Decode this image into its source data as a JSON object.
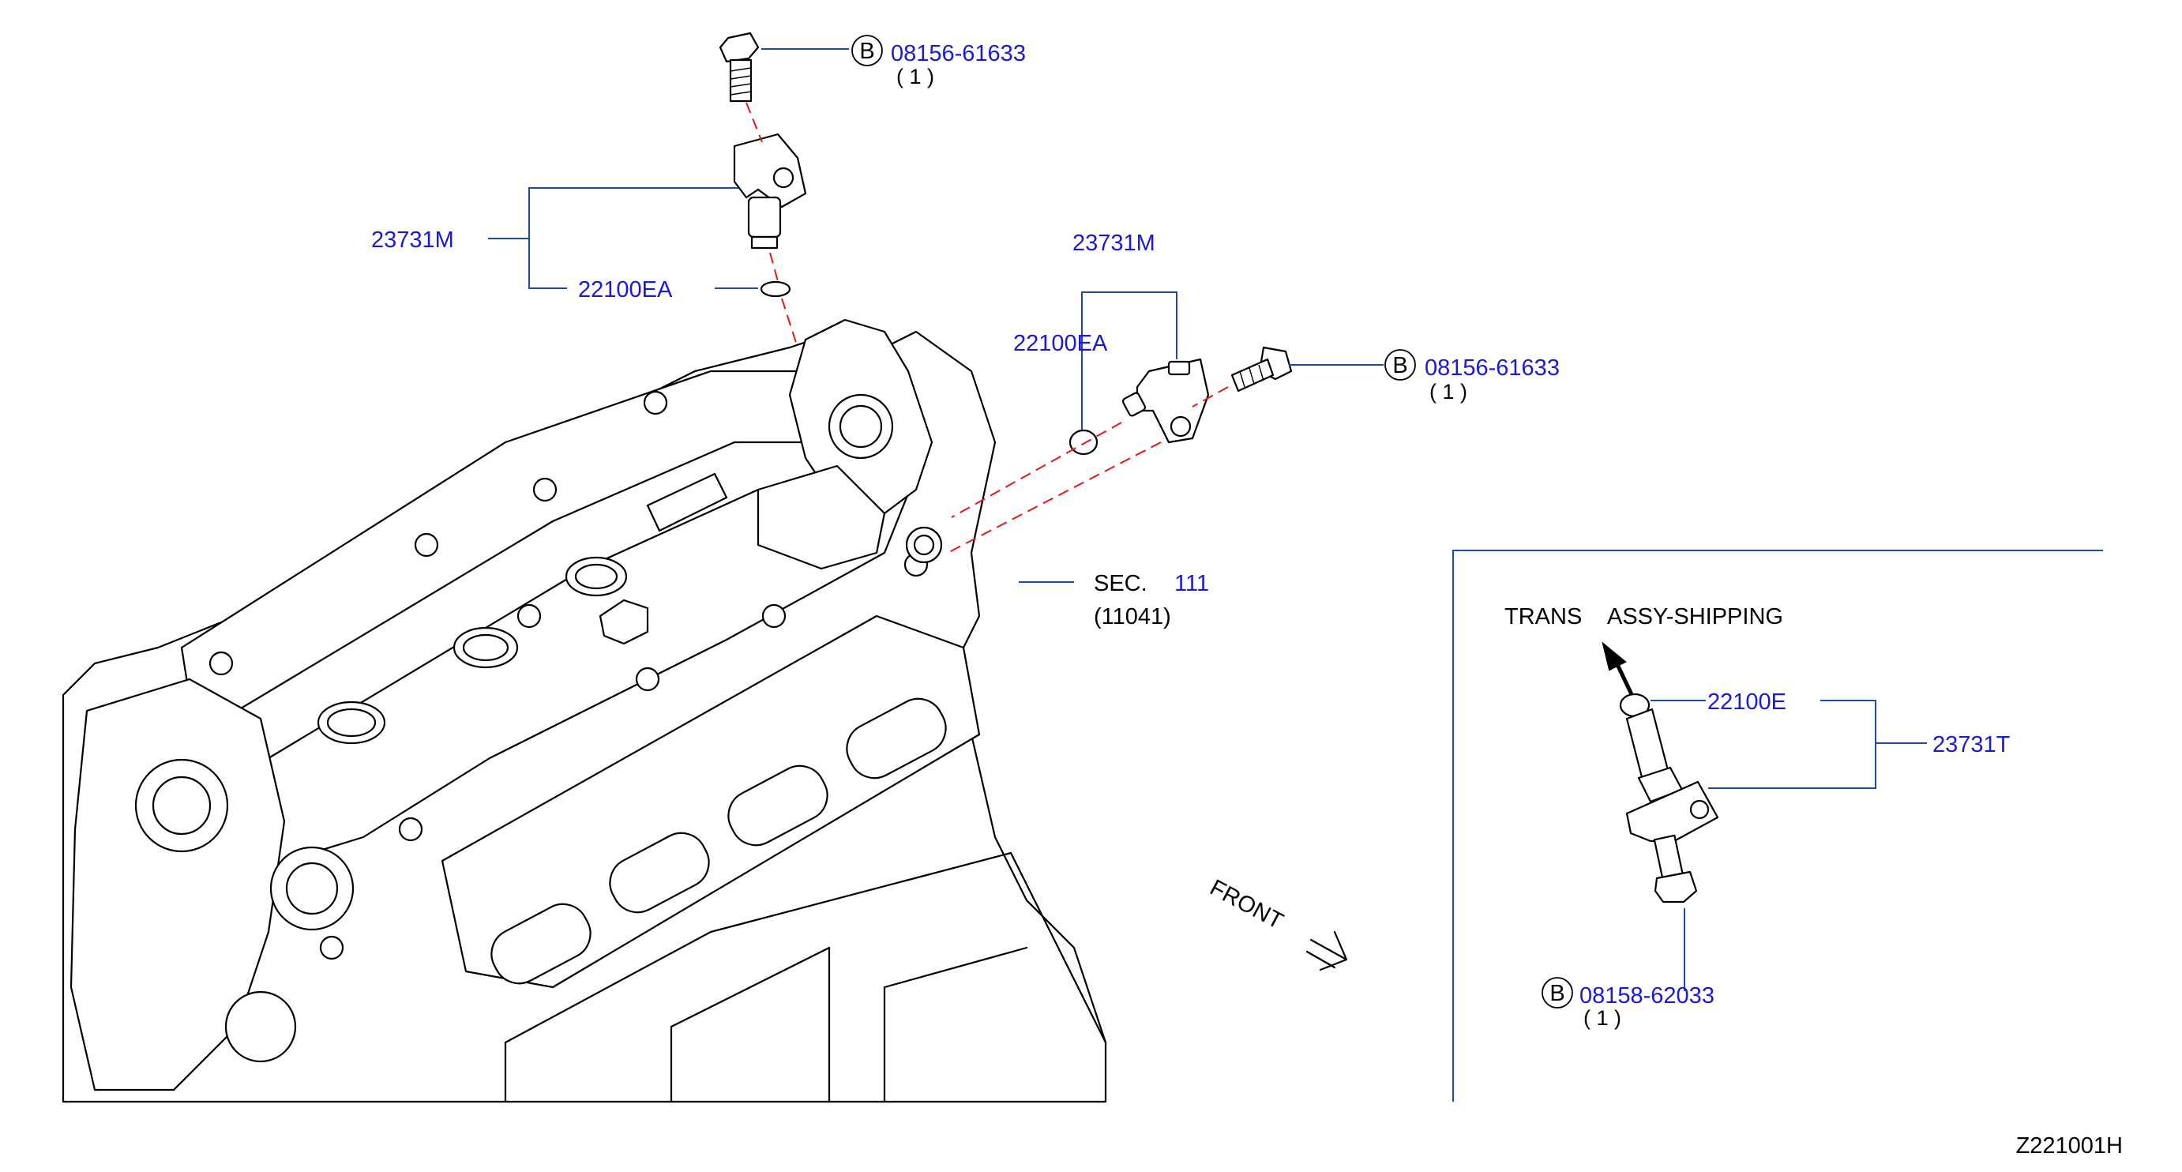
{
  "labels": {
    "top_bolt_pn": "08156-61633",
    "top_bolt_qty": "( 1 )",
    "top_bolt_mark": "B",
    "left_sensor_pn": "23731M",
    "left_oring_pn": "22100EA",
    "right_sensor_pn": "23731M",
    "right_oring_pn": "22100EA",
    "right_bolt_pn": "08156-61633",
    "right_bolt_qty": "( 1 )",
    "right_bolt_mark": "B",
    "sec_label": "SEC.",
    "sec_number": "111",
    "sec_sub": "(11041)",
    "front_label": "FRONT"
  },
  "inset": {
    "title_a": "TRANS",
    "title_b": "ASSY-SHIPPING",
    "oring_pn": "22100E",
    "sensor_pn": "23731T",
    "bolt_pn": "08158-62033",
    "bolt_qty": "( 1 )",
    "bolt_mark": "B"
  },
  "diagram_code": "Z221001H"
}
